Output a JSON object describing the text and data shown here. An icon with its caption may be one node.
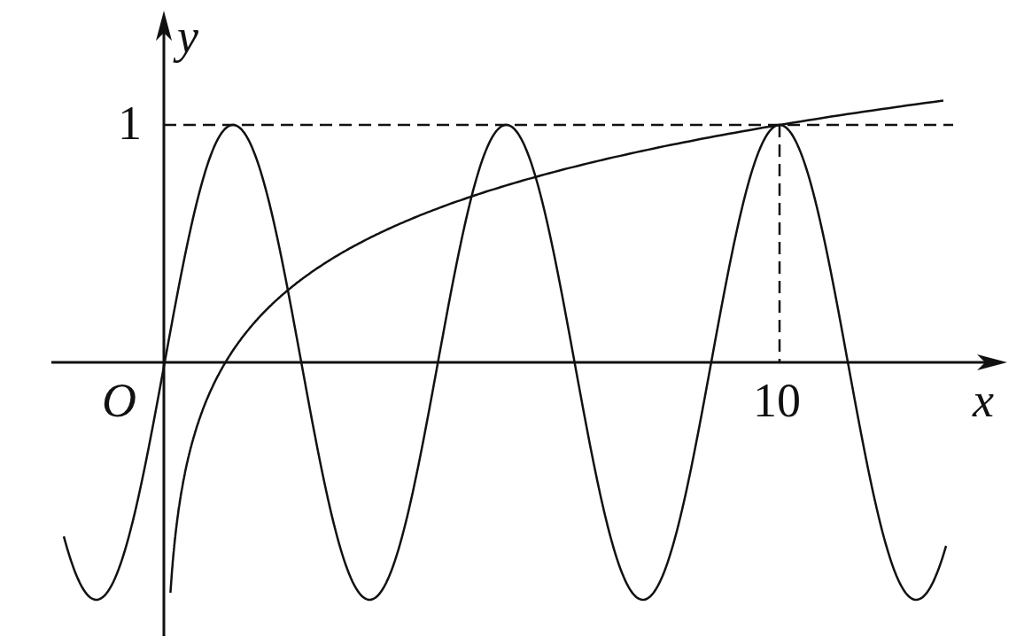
{
  "diagram": {
    "labels": [
      "y",
      "1",
      "O",
      "10",
      "x"
    ]
  }
}
